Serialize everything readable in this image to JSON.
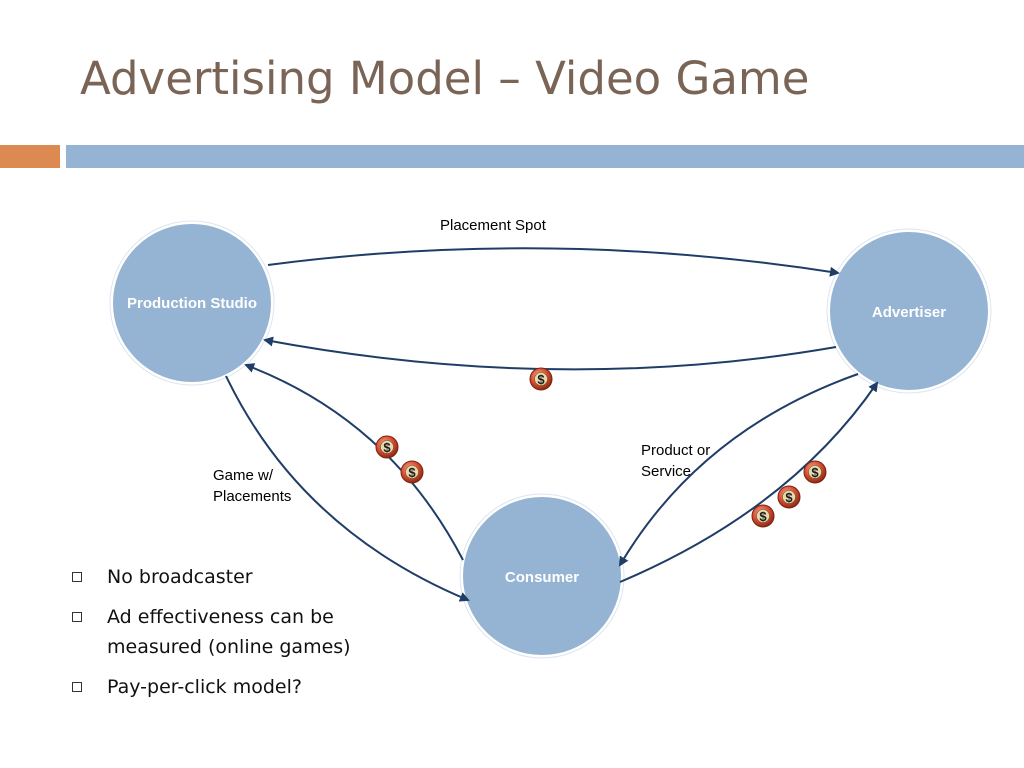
{
  "title": "Advertising Model – Video Game",
  "colors": {
    "title": "#7a6456",
    "accent_orange": "#dd8a52",
    "accent_blue": "#95b3d2",
    "node_fill": "#95b3d2",
    "arrow": "#1f3d66",
    "coin": "#d64a2e"
  },
  "diagram": {
    "nodes": {
      "production_studio": "Production Studio",
      "advertiser": "Advertiser",
      "consumer": "Consumer"
    },
    "labels": {
      "placement_spot": "Placement Spot",
      "product_line1": "Product or",
      "product_line2": "Service",
      "game_line1": "Game w/",
      "game_line2": "Placements"
    },
    "coin_symbol": "$"
  },
  "bullets": [
    "No broadcaster",
    "Ad effectiveness can be measured (online games)",
    "Pay-per-click model?"
  ]
}
